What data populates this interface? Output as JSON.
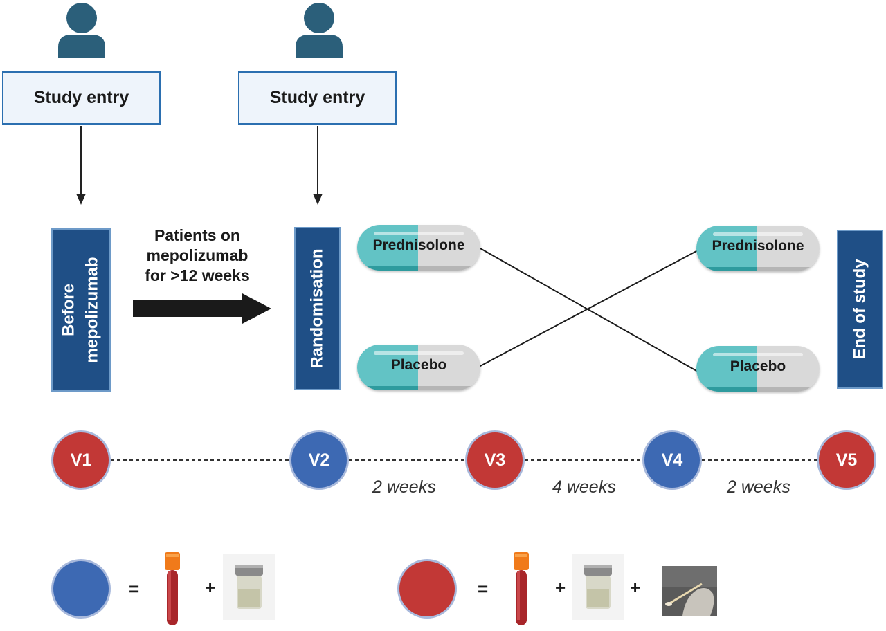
{
  "study_entry": {
    "left_label": "Study entry",
    "right_label": "Study entry"
  },
  "phases": {
    "before": [
      "Before",
      "mepolizumab"
    ],
    "randomisation": "Randomisation",
    "end": "End of study"
  },
  "transition": {
    "lines": [
      "Patients on",
      "mepolizumab",
      "for >12 weeks"
    ]
  },
  "arms": {
    "left_top": "Prednisolone",
    "left_bottom": "Placebo",
    "right_top": "Prednisolone",
    "right_bottom": "Placebo"
  },
  "visits": [
    {
      "label": "V1",
      "color": "red"
    },
    {
      "label": "V2",
      "color": "blue"
    },
    {
      "label": "V3",
      "color": "red"
    },
    {
      "label": "V4",
      "color": "blue"
    },
    {
      "label": "V5",
      "color": "red"
    }
  ],
  "intervals": [
    "2 weeks",
    "4 weeks",
    "2 weeks"
  ],
  "legend": {
    "blue_visit": {
      "equals": "=",
      "plus": "+",
      "items": [
        "blood-tube-icon",
        "sample-pot-icon"
      ]
    },
    "red_visit": {
      "equals": "=",
      "plus_1": "+",
      "plus_2": "+",
      "items": [
        "blood-tube-icon",
        "sample-pot-icon",
        "nasal-swab-icon"
      ]
    }
  },
  "colors": {
    "phase_bar": "#1f4f86",
    "red_visit": "#c23836",
    "blue_visit": "#3d69b3",
    "pill_teal": "#62c3c5",
    "pill_grey": "#d9d9d9",
    "person": "#2b5f7a"
  }
}
